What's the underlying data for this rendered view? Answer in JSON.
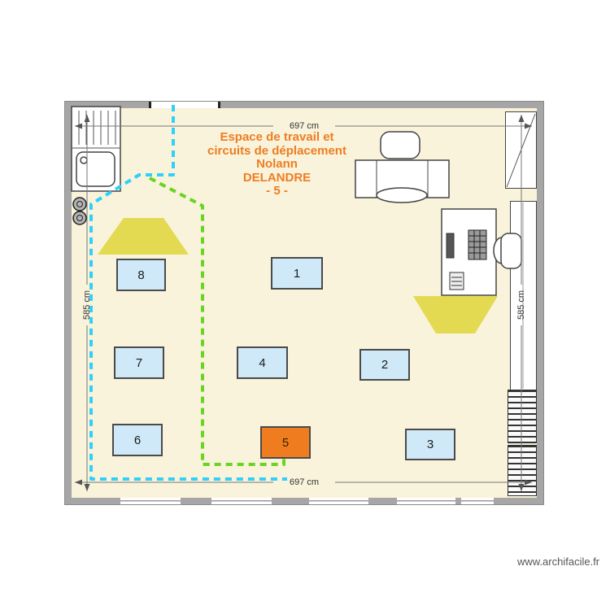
{
  "title": {
    "lines": [
      "Espace de travail et",
      "circuits de déplacement",
      "Nolann",
      "DELANDRE",
      "- 5 -"
    ]
  },
  "dimensions": {
    "top": "697 cm",
    "bottom": "697 cm",
    "left": "585 cm",
    "right": "585 cm"
  },
  "desks": [
    {
      "label": "1"
    },
    {
      "label": "2"
    },
    {
      "label": "3"
    },
    {
      "label": "4"
    },
    {
      "label": "5"
    },
    {
      "label": "6"
    },
    {
      "label": "7"
    },
    {
      "label": "8"
    }
  ],
  "colors": {
    "floor": "#f8f3da",
    "wall": "#a6a6a6",
    "desk_blue": "#cfe9f8",
    "desk_highlight_orange": "#ef7d1f",
    "title_orange": "#ef7d22",
    "circuit_cyan": "#2fd0fa",
    "circuit_green": "#6ad422",
    "lamp_yellow": "#e4da52"
  },
  "watermark": "www.archifacile.fr"
}
